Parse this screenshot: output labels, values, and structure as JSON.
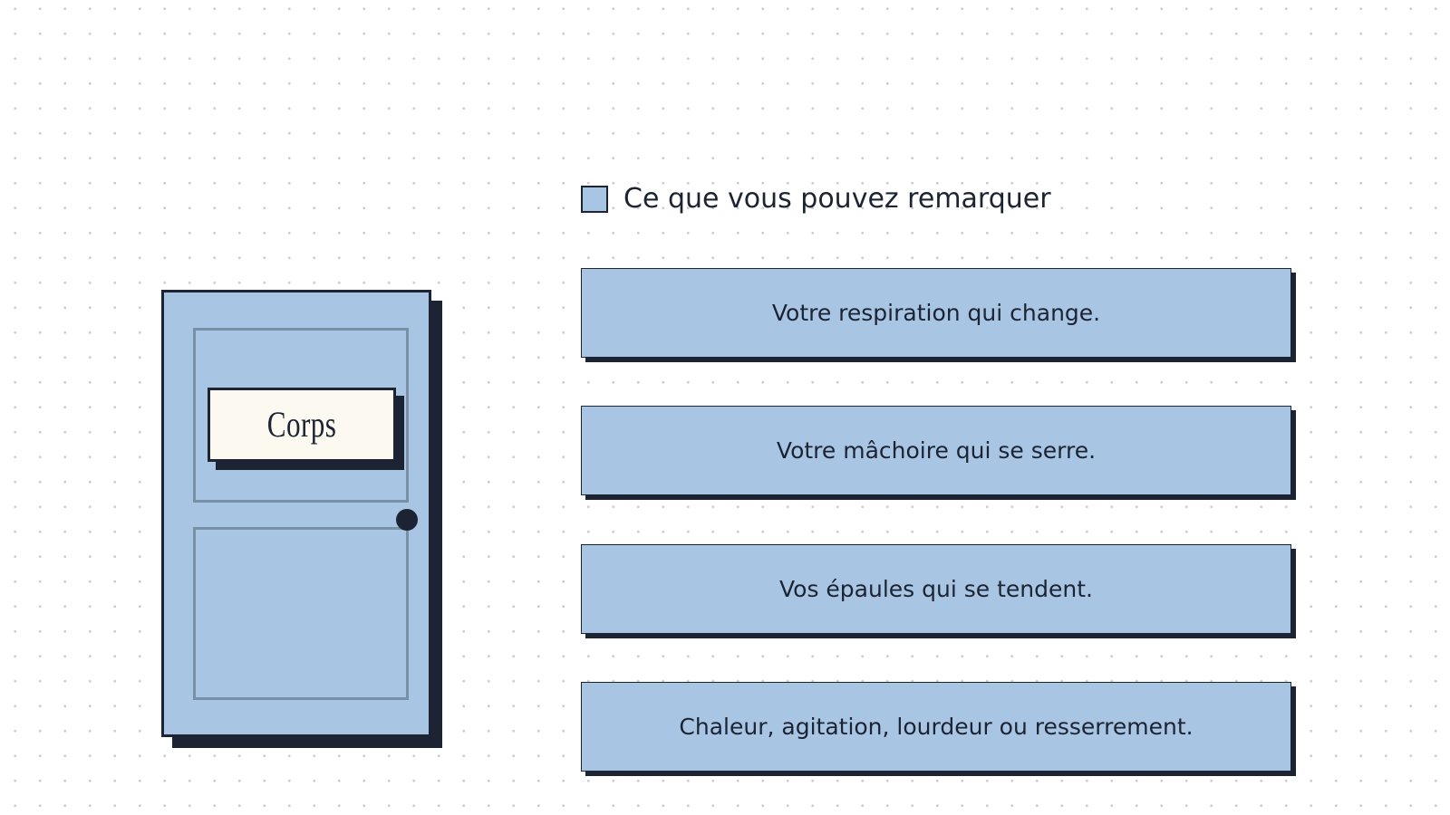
{
  "door": {
    "label": "Corps"
  },
  "heading": {
    "text": "Ce que vous pouvez remarquer"
  },
  "items": [
    {
      "text": "Votre respiration qui change."
    },
    {
      "text": "Votre mâchoire qui se serre."
    },
    {
      "text": "Vos épaules qui se tendent."
    },
    {
      "text": "Chaleur, agitation, lourdeur ou resserrement."
    }
  ],
  "colors": {
    "accent": "#a8c6e3",
    "ink": "#1c2333",
    "plate": "#fcf9f1",
    "panel_stroke": "#7890a6"
  }
}
